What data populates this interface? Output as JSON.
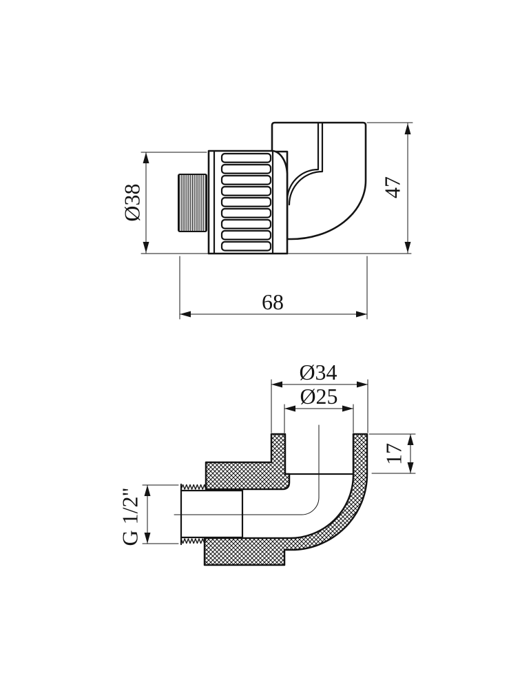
{
  "drawing": {
    "type": "technical-drawing",
    "product": "elbow-fitting-with-male-threaded-union",
    "background_color": "#ffffff",
    "line_color": "#141414",
    "views": {
      "external": {
        "dims": {
          "nut_diameter": "Ø38",
          "height": "47",
          "length": "68"
        }
      },
      "section": {
        "dims": {
          "socket_outer_diameter": "Ø34",
          "socket_inner_diameter": "Ø25",
          "socket_depth": "17",
          "thread_size": "G 1/2\""
        }
      }
    }
  }
}
